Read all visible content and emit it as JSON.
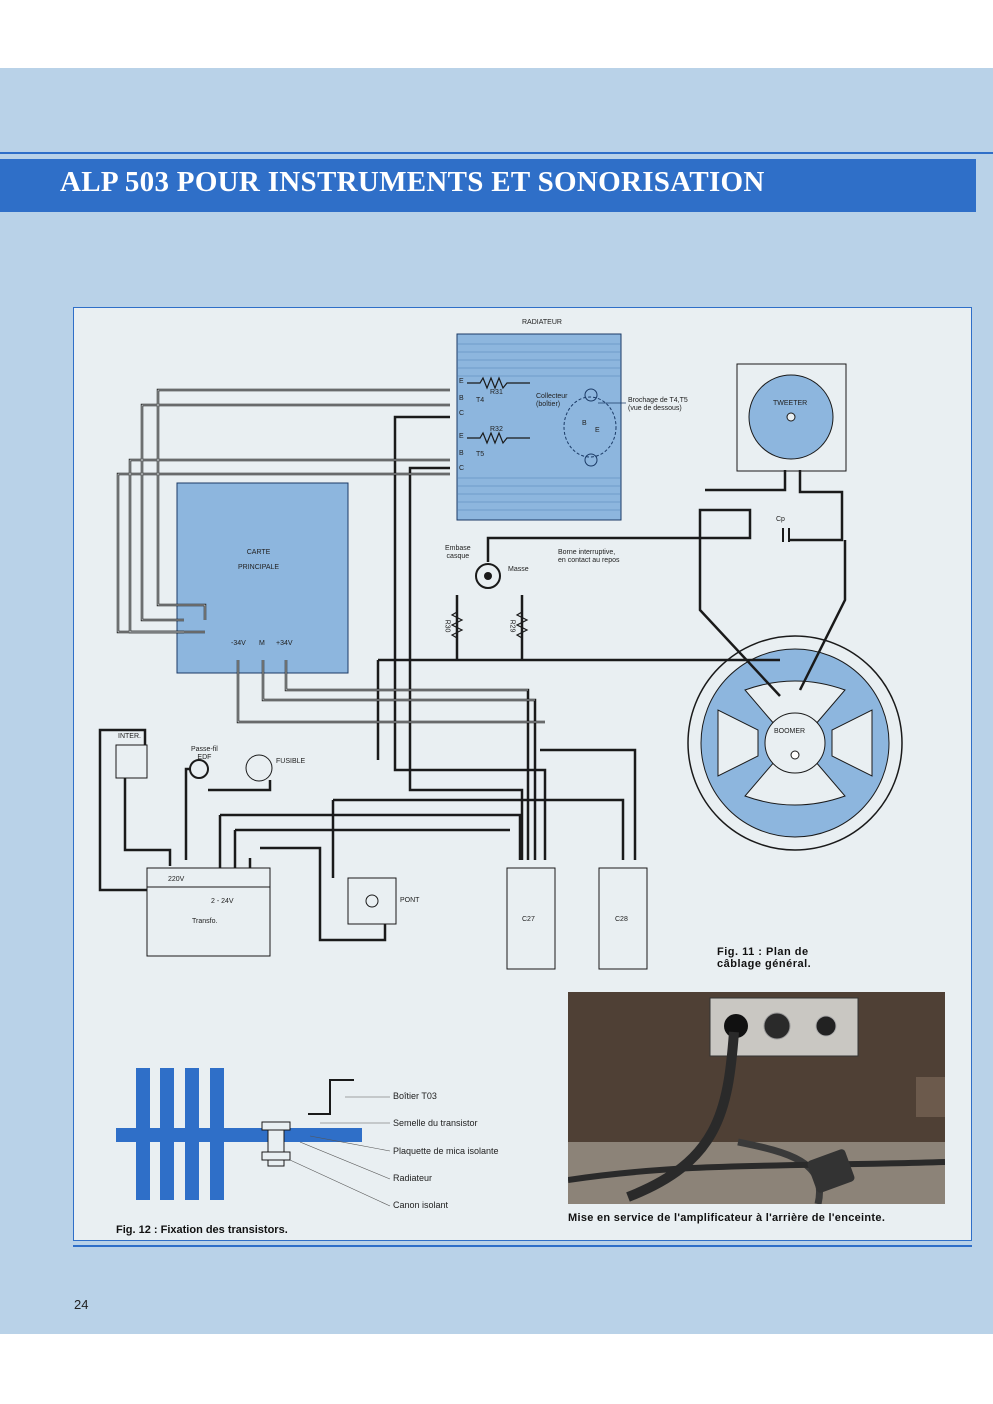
{
  "header": {
    "title": "ALP 503 POUR INSTRUMENTS ET SONORISATION"
  },
  "wiring_diagram": {
    "radiator_label": "RADIATEUR",
    "pins": [
      "E",
      "B",
      "C",
      "E",
      "B",
      "C"
    ],
    "r31": "R31",
    "r32": "R32",
    "t4": "T4",
    "t5": "T5",
    "collector_label": "Collecteur\n(boîtier)",
    "pinout_label": "Brochage de T4,T5\n(vue de dessous)",
    "pin_b": "B",
    "pin_e": "E",
    "tweeter": "TWEETER",
    "cp": "Cp",
    "board_label": "CARTE\nPRINCIPALE",
    "minus34": "-34V",
    "m": "M",
    "plus34": "+34V",
    "jack_label": "Embase\ncasque",
    "switch_terminal": "Borne interruptive,\nen contact au repos",
    "masse": "Masse",
    "r30": "R30",
    "r29": "R29",
    "boomer": "BOOMER",
    "inter": "INTER.",
    "passe_fil": "Passe-fil\nEDF",
    "fusible": "FUSIBLE",
    "v220": "220V",
    "v2x24": "2 - 24V",
    "transfo": "Transfo.",
    "pont": "PONT",
    "c27": "C27",
    "c28": "C28",
    "fig11": "Fig. 11 : Plan de\ncâblage général."
  },
  "fixing_diagram": {
    "labels": [
      "Boîtier T03",
      "Semelle du transistor",
      "Plaquette de mica isolante",
      "Radiateur",
      "Canon isolant"
    ],
    "caption": "Fig. 12 : Fixation des transistors."
  },
  "photo": {
    "caption": "Mise en service de l'amplificateur à l'arrière de l'enceinte."
  },
  "footer": {
    "page_number": "24"
  },
  "colors": {
    "banner": "#2f6fc8",
    "page": "#b9d2e8",
    "component_fill": "#8db6de"
  }
}
